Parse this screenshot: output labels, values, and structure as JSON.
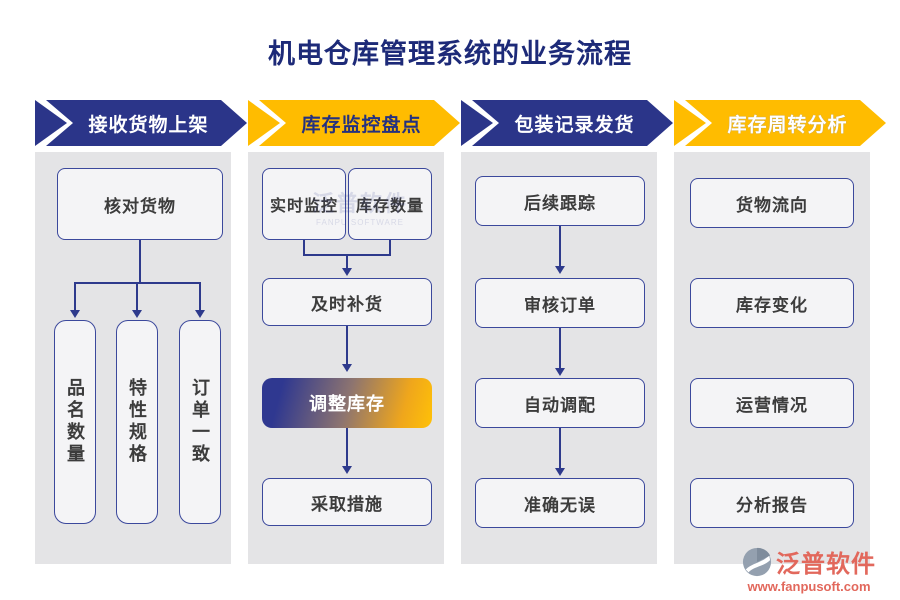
{
  "title": "机电仓库管理系统的业务流程",
  "colors": {
    "navy": "#2b3589",
    "yellow": "#ffbc00",
    "connector": "#2e3a8c",
    "band_background": "#e4e4e6",
    "box_background": "#f4f4f6",
    "box_border": "#3b489c",
    "box_text": "#3c3c3c",
    "gradient_box": "linear navy to yellow",
    "logo_red": "#e2685c"
  },
  "columns": [
    {
      "header": "接收货物上架"
    },
    {
      "header": "库存监控盘点"
    },
    {
      "header": "包装记录发货"
    },
    {
      "header": "库存周转分析"
    }
  ],
  "col1": {
    "top_box": "核对货物",
    "branches": [
      "品名数量",
      "特性规格",
      "订单一致"
    ]
  },
  "col2": {
    "sources": [
      "实时监控",
      "库存数量"
    ],
    "steps": [
      "及时补货",
      "调整库存",
      "采取措施"
    ]
  },
  "col3": {
    "steps": [
      "后续跟踪",
      "审核订单",
      "自动调配",
      "准确无误"
    ]
  },
  "col4": {
    "items": [
      "货物流向",
      "库存变化",
      "运营情况",
      "分析报告"
    ]
  },
  "watermark": {
    "text": "泛普软件",
    "sub": "FANPU SOFTWARE"
  },
  "logo": {
    "name": "泛普软件",
    "url": "www.fanpusoft.com"
  }
}
